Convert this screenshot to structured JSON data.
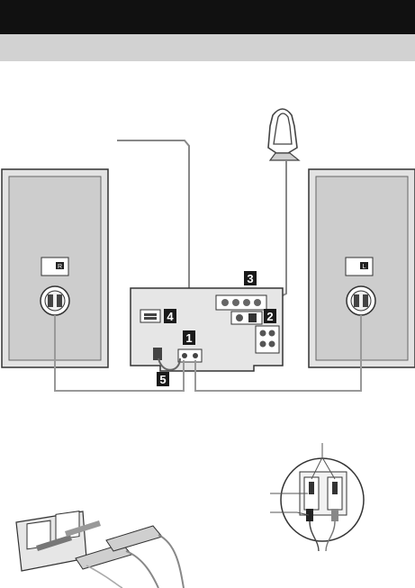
{
  "header": {
    "title": "",
    "section": ""
  },
  "speaker_right": {
    "tag": "R"
  },
  "speaker_left": {
    "tag": "L"
  },
  "callouts": {
    "c1": "1",
    "c2": "2",
    "c3": "3",
    "c4": "4",
    "c5": "5"
  },
  "colors": {
    "header_bg": "#111111",
    "section_bg": "#d2d2d2",
    "badge_bg": "#1a1a1a",
    "line": "#888888"
  }
}
